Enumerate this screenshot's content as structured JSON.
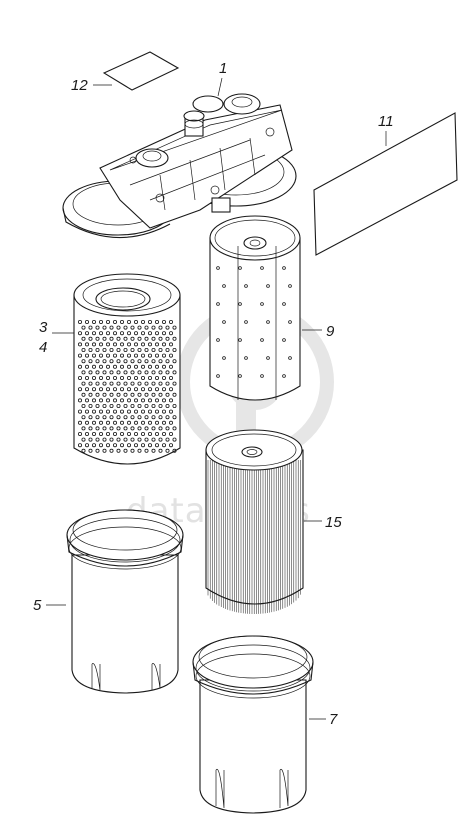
{
  "callouts": {
    "c1": "1",
    "c12": "12",
    "c11": "11",
    "c3": "3",
    "c4": "4",
    "c9": "9",
    "c15": "15",
    "c5": "5",
    "c7": "7"
  },
  "watermark": {
    "text": "data parts",
    "color": "#e0e0e0"
  },
  "colors": {
    "line": "#1a1a1a",
    "background": "#ffffff"
  }
}
